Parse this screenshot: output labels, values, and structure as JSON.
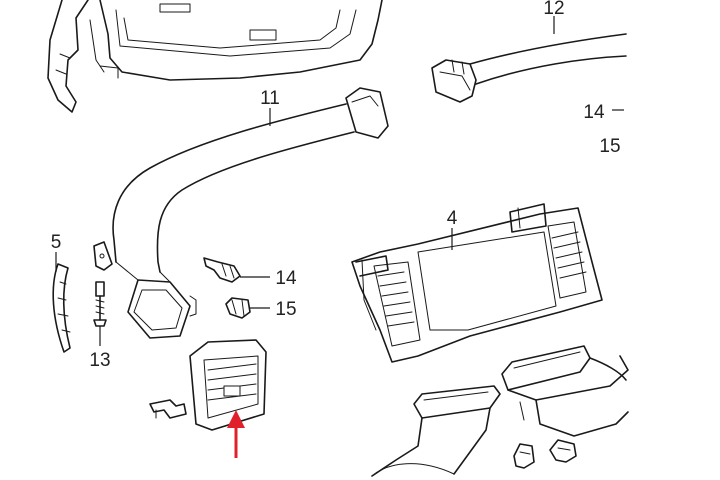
{
  "callouts": {
    "c12": "12",
    "c11": "11",
    "c14_top": "14",
    "c15_top": "15",
    "c4": "4",
    "c5": "5",
    "c14": "14",
    "c15": "15",
    "c13": "13"
  },
  "colors": {
    "line": "#1a1a1a",
    "highlight_arrow": "#e0202a",
    "background": "#ffffff"
  }
}
